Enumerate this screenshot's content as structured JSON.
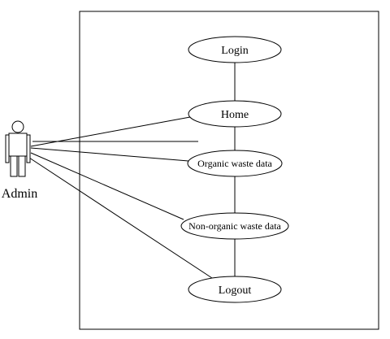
{
  "diagram": {
    "type": "use-case",
    "actor": {
      "name": "Admin",
      "icon": "stick-figure-actor-icon"
    },
    "use_cases": [
      {
        "id": "login",
        "label": "Login"
      },
      {
        "id": "home",
        "label": "Home"
      },
      {
        "id": "organic",
        "label": "Organic waste data"
      },
      {
        "id": "nonorganic",
        "label": "Non-organic waste data"
      },
      {
        "id": "logout",
        "label": "Logout"
      }
    ],
    "actor_associations": [
      "home",
      "organic",
      "nonorganic",
      "logout"
    ],
    "use_case_links": [
      [
        "login",
        "home"
      ],
      [
        "home",
        "organic"
      ],
      [
        "organic",
        "nonorganic"
      ],
      [
        "nonorganic",
        "logout"
      ]
    ],
    "colors": {
      "stroke": "#000000",
      "fill": "#ffffff",
      "background": "#ffffff"
    }
  }
}
